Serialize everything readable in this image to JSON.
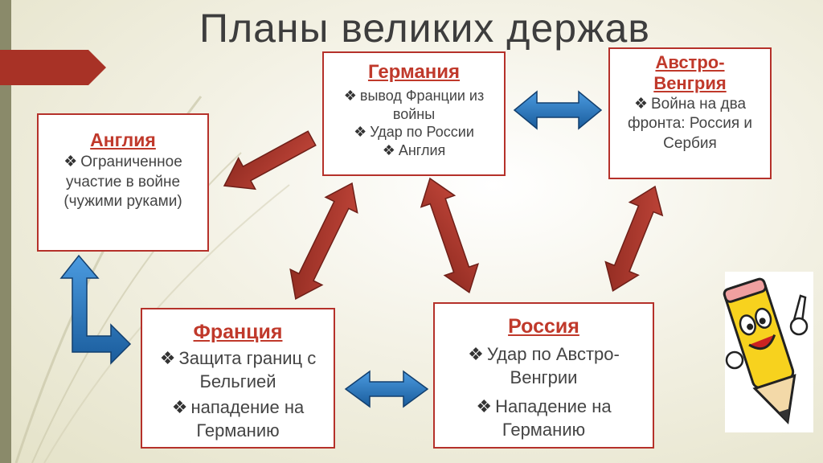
{
  "title": "Планы великих держав",
  "bullet_glyph": "❖",
  "boxes": {
    "germany": {
      "heading": "Германия",
      "items": [
        "вывод Франции из войны",
        "Удар по России",
        "Англия"
      ]
    },
    "austria": {
      "heading": "Австро-Венгрия",
      "items": [
        "Война на два фронта: Россия и Сербия"
      ]
    },
    "england": {
      "heading": "Англия",
      "items": [
        "Ограниченное участие в войне (чужими руками)"
      ]
    },
    "france": {
      "heading": "Франция",
      "items": [
        "Защита границ с Бельгией",
        "нападение на Германию"
      ]
    },
    "russia": {
      "heading": "Россия",
      "items": [
        "Удар по Австро-Венгрии",
        "Нападение на Германию"
      ]
    }
  },
  "colors": {
    "accent_red": "#a83226",
    "arrow_blue": "#1f6fb5",
    "heading_red": "#c0392b",
    "border": "#b5312a"
  },
  "icons": [
    "pencil-mascot-icon"
  ]
}
